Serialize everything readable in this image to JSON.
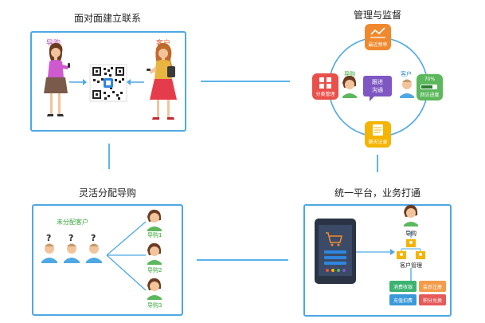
{
  "panels": {
    "face_to_face": {
      "title": "面对面建立联系",
      "guide_label": "导购",
      "customer_label": "客户"
    },
    "management": {
      "title": "管理与监督",
      "nodes": {
        "top": "最近频率",
        "left": "分类管理",
        "right_badge": "70%",
        "right": "回访进度",
        "bottom": "聊天记录"
      },
      "center": {
        "guide": "导购",
        "customer": "客户",
        "bubble_line1": "跟进",
        "bubble_line2": "沟通"
      }
    },
    "assign": {
      "title": "灵活分配导购",
      "unassigned": "未分配客户",
      "guides": [
        "导购1",
        "导购2",
        "导购3"
      ],
      "question_mark": "?"
    },
    "platform": {
      "title": "统一平台，业务打通",
      "guide": "导购",
      "customer_mgmt": "客户管理",
      "tags": [
        "消费收银",
        "会员注册",
        "充值扣费",
        "积分兑换"
      ]
    }
  },
  "colors": {
    "border": "#4ea8e4",
    "guide_text": "#b44fb3",
    "customer_text": "#e25a2e",
    "green_text": "#3aa63a",
    "node_orange": "#f0892d",
    "node_red": "#e9504a",
    "node_green": "#5cb85c",
    "node_yellow": "#f4b400",
    "tag_green": "#3cb371",
    "tag_orange": "#f39c4a",
    "tag_blue": "#3a9ad9",
    "tag_red": "#e65a5a"
  }
}
